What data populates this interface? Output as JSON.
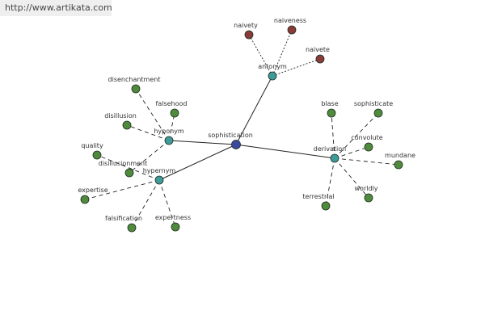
{
  "banner": {
    "url": "http://www.artikata.com"
  },
  "colors": {
    "center": "#3b4aa0",
    "relation": "#3f9a9a",
    "antonym_leaf": "#8b3a3a",
    "leaf": "#4f8a3d",
    "edge": "#222222",
    "node_stroke": "#1e2e1e"
  },
  "graph": {
    "center": {
      "id": "sophistication",
      "label": "sophistication"
    },
    "relations": [
      {
        "id": "antonym",
        "label": "antonym"
      },
      {
        "id": "hyponym",
        "label": "hyponym"
      },
      {
        "id": "hypernym",
        "label": "hypernym"
      },
      {
        "id": "derivation",
        "label": "derivation"
      }
    ],
    "leaves": [
      {
        "id": "naivety",
        "label": "naivety",
        "parent": "antonym",
        "kind": "antonym"
      },
      {
        "id": "naiveness",
        "label": "naiveness",
        "parent": "antonym",
        "kind": "antonym"
      },
      {
        "id": "naivete",
        "label": "naivete",
        "parent": "antonym",
        "kind": "antonym"
      },
      {
        "id": "disenchantment",
        "label": "disenchantment",
        "parent": "hyponym",
        "kind": "leaf"
      },
      {
        "id": "falsehood",
        "label": "falsehood",
        "parent": "hyponym",
        "kind": "leaf"
      },
      {
        "id": "disillusion",
        "label": "disillusion",
        "parent": "hyponym",
        "kind": "leaf"
      },
      {
        "id": "disillusionment",
        "label": "disillusionment",
        "parent": "hyponym",
        "kind": "leaf"
      },
      {
        "id": "quality",
        "label": "quality",
        "parent": "hypernym",
        "kind": "leaf"
      },
      {
        "id": "expertise",
        "label": "expertise",
        "parent": "hypernym",
        "kind": "leaf"
      },
      {
        "id": "falsification",
        "label": "falsification",
        "parent": "hypernym",
        "kind": "leaf"
      },
      {
        "id": "expertness",
        "label": "expertness",
        "parent": "hypernym",
        "kind": "leaf"
      },
      {
        "id": "blase",
        "label": "blase",
        "parent": "derivation",
        "kind": "leaf"
      },
      {
        "id": "sophisticate",
        "label": "sophisticate",
        "parent": "derivation",
        "kind": "leaf"
      },
      {
        "id": "convolute",
        "label": "convolute",
        "parent": "derivation",
        "kind": "leaf"
      },
      {
        "id": "mundane",
        "label": "mundane",
        "parent": "derivation",
        "kind": "leaf"
      },
      {
        "id": "worldly",
        "label": "worldly",
        "parent": "derivation",
        "kind": "leaf"
      },
      {
        "id": "terrestrial",
        "label": "terrestrial",
        "parent": "derivation",
        "kind": "leaf"
      }
    ]
  }
}
